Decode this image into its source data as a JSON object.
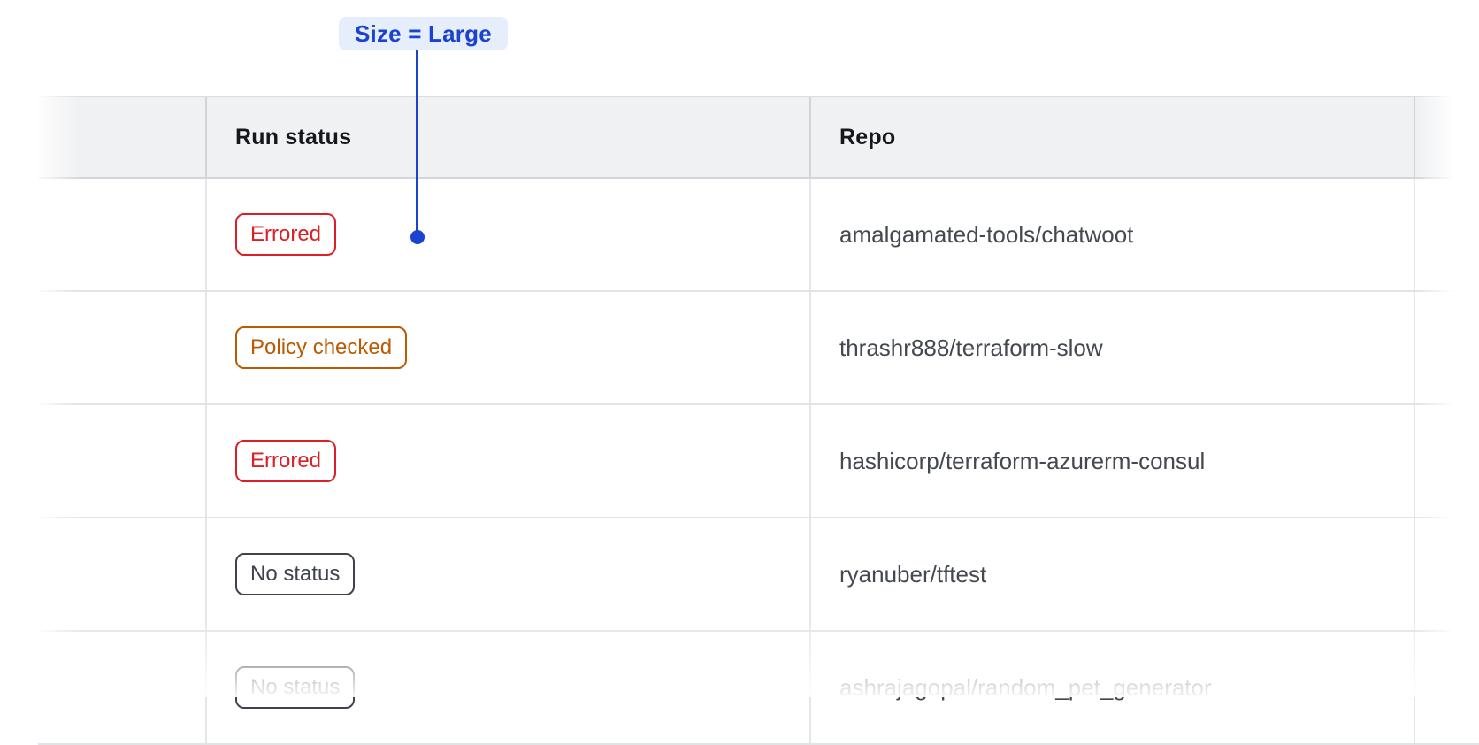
{
  "annotation": {
    "label": "Size = Large",
    "accent_color": "#1a43cf",
    "accent_bg_color": "#e7eefb"
  },
  "table": {
    "columns": [
      {
        "label": ""
      },
      {
        "label": "Run status"
      },
      {
        "label": "Repo"
      },
      {
        "label": ""
      }
    ],
    "rows": [
      {
        "status": {
          "label": "Errored",
          "variant": "critical"
        },
        "repo": "amalgamated-tools/chatwoot"
      },
      {
        "status": {
          "label": "Policy checked",
          "variant": "warning"
        },
        "repo": "thrashr888/terraform-slow"
      },
      {
        "status": {
          "label": "Errored",
          "variant": "critical"
        },
        "repo": "hashicorp/terraform-azurerm-consul"
      },
      {
        "status": {
          "label": "No status",
          "variant": "neutral"
        },
        "repo": "ryanuber/tftest"
      },
      {
        "status": {
          "label": "No status",
          "variant": "neutral"
        },
        "repo": "ashrajagopal/random_pet_generator"
      }
    ],
    "status_colors": {
      "critical": "#dc1f26",
      "warning": "#bb5a00",
      "neutral": "#3f434c"
    },
    "header_bg": "#f0f1f3"
  }
}
